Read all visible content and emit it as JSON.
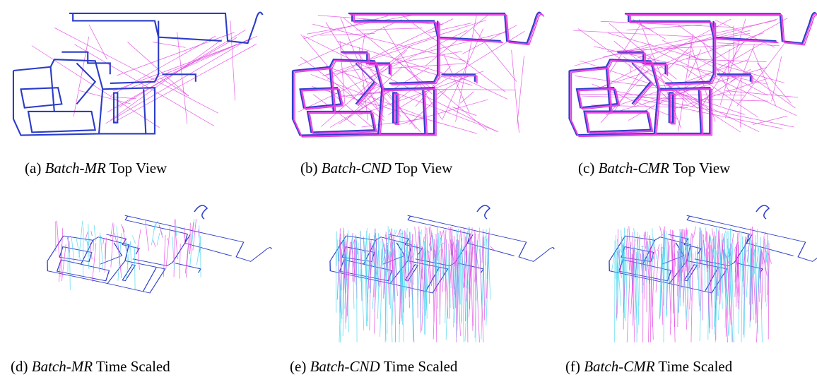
{
  "figure": {
    "panels": [
      {
        "id": "a",
        "label": "(a)",
        "method": "Batch-MR",
        "suffix": "Top View",
        "view": "top",
        "density": "low"
      },
      {
        "id": "b",
        "label": "(b)",
        "method": "Batch-CND",
        "suffix": "Top View",
        "view": "top",
        "density": "high"
      },
      {
        "id": "c",
        "label": "(c)",
        "method": "Batch-CMR",
        "suffix": "Top View",
        "view": "top",
        "density": "high"
      },
      {
        "id": "d",
        "label": "(d)",
        "method": "Batch-MR",
        "suffix": "Time Scaled",
        "view": "time-scaled",
        "density": "low"
      },
      {
        "id": "e",
        "label": "(e)",
        "method": "Batch-CND",
        "suffix": "Time Scaled",
        "view": "time-scaled",
        "density": "high"
      },
      {
        "id": "f",
        "label": "(f)",
        "method": "Batch-CMR",
        "suffix": "Time Scaled",
        "view": "time-scaled",
        "density": "high"
      }
    ]
  },
  "colors": {
    "trajectory": "#2b3cc8",
    "loop_closure": "#e23ce2",
    "vertical": "#39d3f0"
  }
}
